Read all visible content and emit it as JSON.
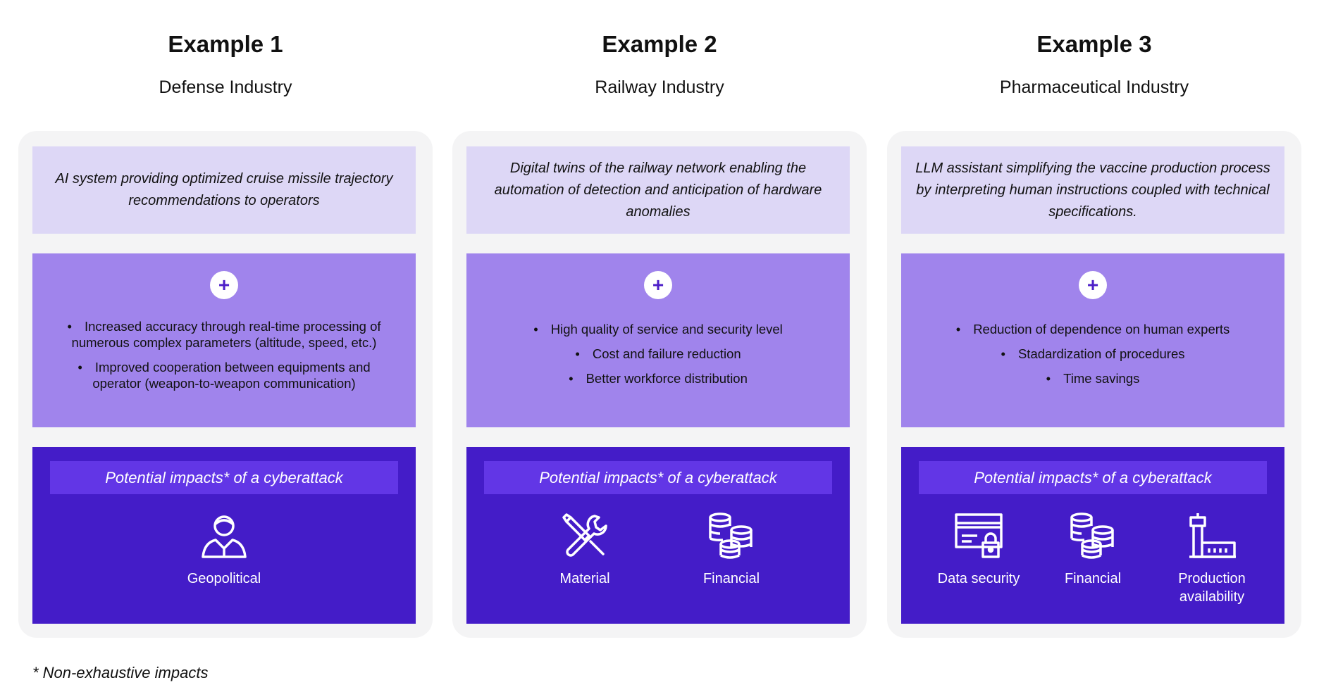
{
  "examples": [
    {
      "title": "Example 1",
      "industry": "Defense Industry",
      "description": "AI system providing optimized cruise missile trajectory recommendations to operators",
      "benefits": [
        "Increased accuracy through real-time processing of numerous complex parameters (altitude, speed, etc.)",
        "Improved cooperation between equipments and operator (weapon-to-weapon communication)"
      ],
      "impacts_title": "Potential impacts* of a cyberattack",
      "impacts": [
        {
          "label": "Geopolitical",
          "icon": "person-icon"
        }
      ]
    },
    {
      "title": "Example 2",
      "industry": "Railway Industry",
      "description": "Digital twins of the railway network enabling the automation of detection and anticipation of hardware anomalies",
      "benefits": [
        "High quality of service and security level",
        "Cost and failure reduction",
        "Better workforce distribution"
      ],
      "impacts_title": "Potential impacts* of a cyberattack",
      "impacts": [
        {
          "label": "Material",
          "icon": "tools-icon"
        },
        {
          "label": "Financial",
          "icon": "coins-icon"
        }
      ]
    },
    {
      "title": "Example 3",
      "industry": "Pharmaceutical Industry",
      "description": "LLM assistant simplifying the vaccine production process by interpreting human instructions coupled with technical specifications.",
      "benefits": [
        "Reduction of dependence on human experts",
        "Stadardization of procedures",
        "Time savings"
      ],
      "impacts_title": "Potential impacts* of a cyberattack",
      "impacts": [
        {
          "label": "Data security",
          "icon": "card-lock-icon"
        },
        {
          "label": "Financial",
          "icon": "coins-icon"
        },
        {
          "label": "Production availability",
          "icon": "factory-icon"
        }
      ]
    }
  ],
  "footnote": "* Non-exhaustive impacts",
  "colors": {
    "card_bg": "#f4f4f5",
    "description_bg": "#ddd7f6",
    "benefits_bg": "#a084ec",
    "impacts_bg": "#441cc8",
    "impacts_title_bg": "#6236e6"
  }
}
